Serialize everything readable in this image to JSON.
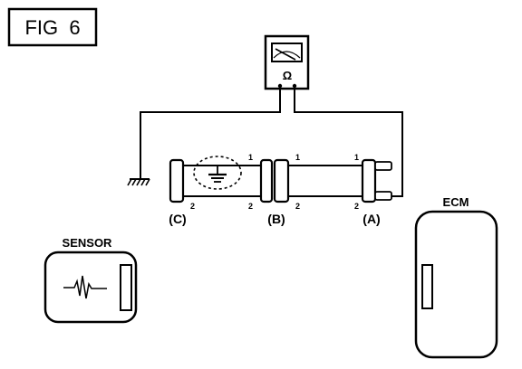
{
  "figure": {
    "label": "FIG  6"
  },
  "meter": {
    "unit_symbol": "Ω"
  },
  "connectors": [
    {
      "id": "C",
      "label": "(C)"
    },
    {
      "id": "B",
      "label": "(B)"
    },
    {
      "id": "A",
      "label": "(A)"
    }
  ],
  "pins": {
    "one": "1",
    "two": "2"
  },
  "modules": {
    "ecm": {
      "label": "ECM"
    },
    "sensor": {
      "label": "SENSOR"
    }
  }
}
